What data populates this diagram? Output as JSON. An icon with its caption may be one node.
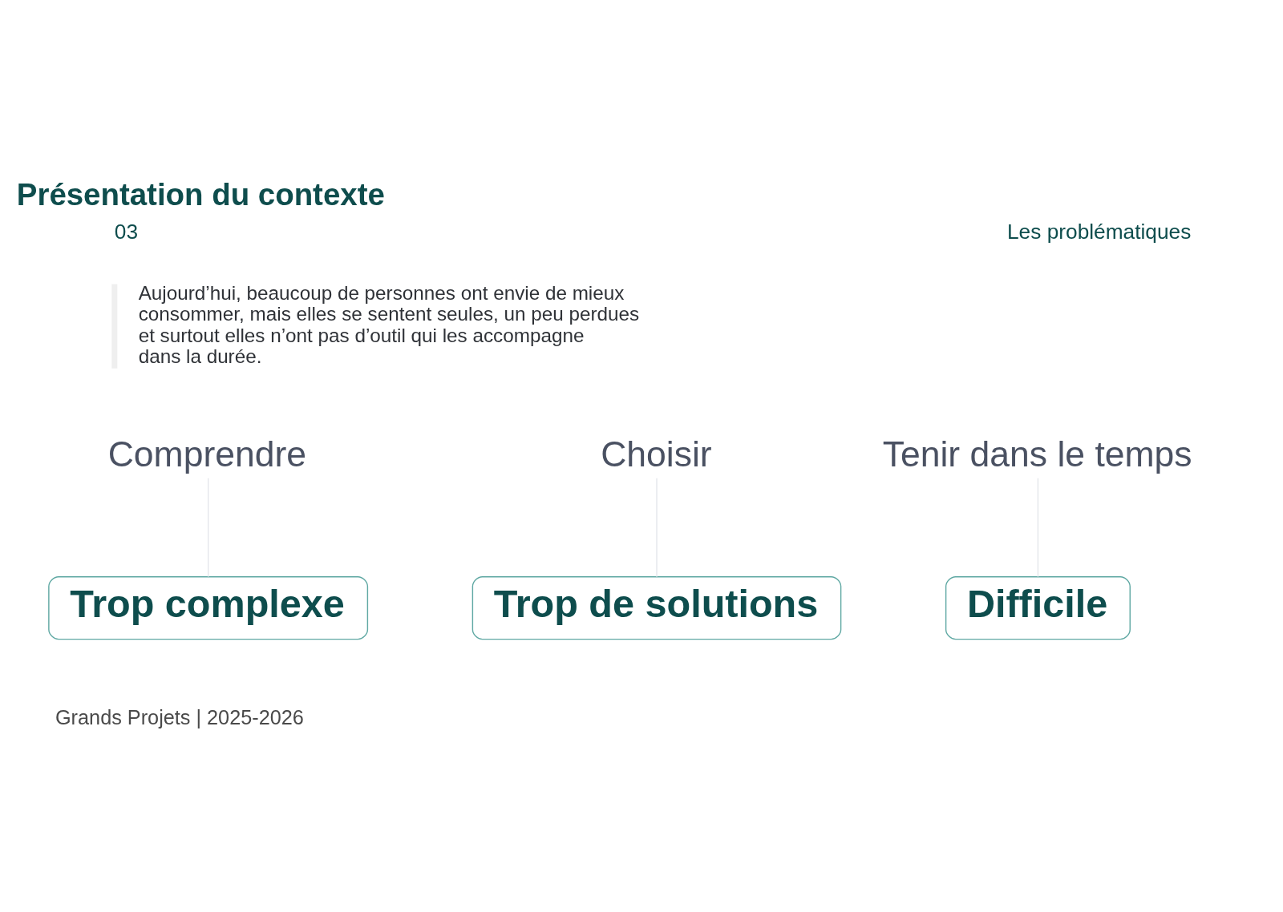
{
  "diagram": {
    "title": "Présentation du contexte",
    "nodes": [
      {
        "text": [
          "Comprendre"
        ]
      },
      {
        "text": [
          "Choisir"
        ]
      },
      {
        "text": [
          "Tenir dans le temps"
        ]
      },
      {
        "text": [
          "Trop complexe"
        ]
      },
      {
        "text": [
          "Trop de solutions"
        ]
      },
      {
        "text": [
          "Difficile"
        ]
      }
    ],
    "edges": [
      {
        "from": 0,
        "to": 3,
        "arrow": "none"
      },
      {
        "from": 1,
        "to": 4,
        "arrow": "none"
      },
      {
        "from": 2,
        "to": 5,
        "arrow": "none"
      }
    ],
    "labels": [
      "03",
      "Les problématiques",
      "Aujourd’hui, beaucoup de personnes ont envie de mieux consommer, mais elles se sentent seules, un peu perdues et surtout elles n’ont pas d’outil qui les accompagne dans la durée.",
      "Grands Projets | 2025-2026"
    ]
  }
}
